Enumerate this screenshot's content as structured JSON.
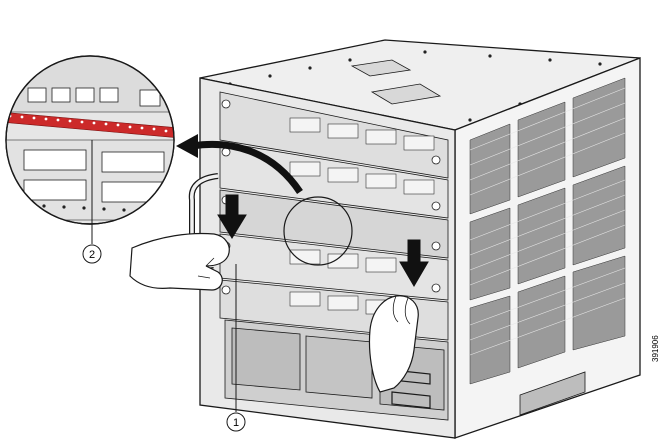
{
  "callouts": [
    {
      "number": "1"
    },
    {
      "number": "2"
    }
  ],
  "figure_id": "391906",
  "colors": {
    "line": "#1a1a1a",
    "panel": "#e2e2e2",
    "panel_dark": "#b9b9b9",
    "highlight_red": "#cc2a2a",
    "arrow": "#111111"
  }
}
